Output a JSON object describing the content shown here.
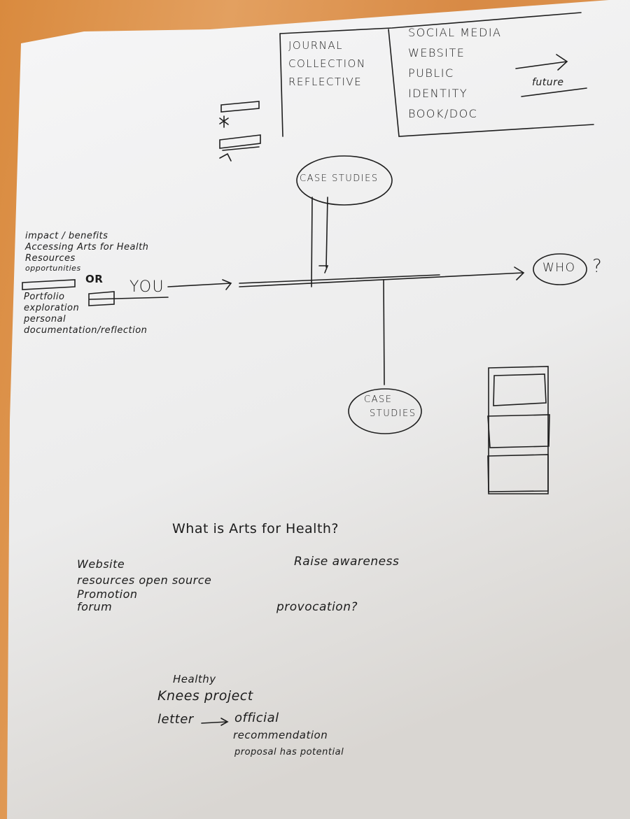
{
  "sketch": {
    "top_left_box": [
      "JOURNAL",
      "COLLECTION",
      "REFLECTIVE"
    ],
    "top_right_box": [
      "SOCIAL MEDIA",
      "WEBSITE",
      "PUBLIC",
      "IDENTITY",
      "BOOK/DOC"
    ],
    "future_label": "future",
    "left_notes_top": [
      "impact / benefits",
      "Accessing Arts for Health",
      "Resources",
      "opportunities"
    ],
    "or_label": "OR",
    "you_label": "YOU",
    "left_notes_bottom": [
      "Portfolio",
      "exploration",
      "personal",
      "documentation/reflection"
    ],
    "case_studies_top": "CASE STUDIES",
    "case_studies_bottom": [
      "CASE",
      "STUDIES"
    ],
    "who_label": "WHO",
    "who_question": "?",
    "question_heading": "What is Arts for Health?",
    "website_list": [
      "Website",
      "resources open source",
      "Promotion",
      "forum"
    ],
    "raise_awareness": "Raise awareness",
    "provocation": "provocation?",
    "project_notes": {
      "line1": "Healthy",
      "line2": "Knees project",
      "line3_left": "letter",
      "line3_right": "official",
      "line4": "recommendation",
      "line5": "proposal has potential"
    }
  }
}
